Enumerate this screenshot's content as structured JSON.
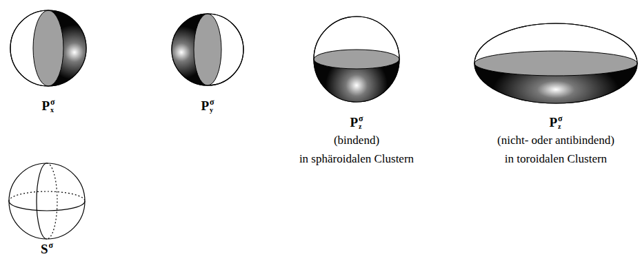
{
  "diagram": {
    "nodes": [
      {
        "text": [
          "P",
          "x",
          "σ"
        ]
      },
      {
        "text": [
          "P",
          "y",
          "σ"
        ]
      },
      {
        "text": [
          "P",
          "z",
          "σ",
          "(bindend)",
          "in sphäroidalen Clustern"
        ]
      },
      {
        "text": [
          "P",
          "z",
          "σ",
          "(nicht- oder antibindend)",
          "in toroidalen Clustern"
        ]
      },
      {
        "text": [
          "S",
          "σ"
        ]
      }
    ]
  }
}
